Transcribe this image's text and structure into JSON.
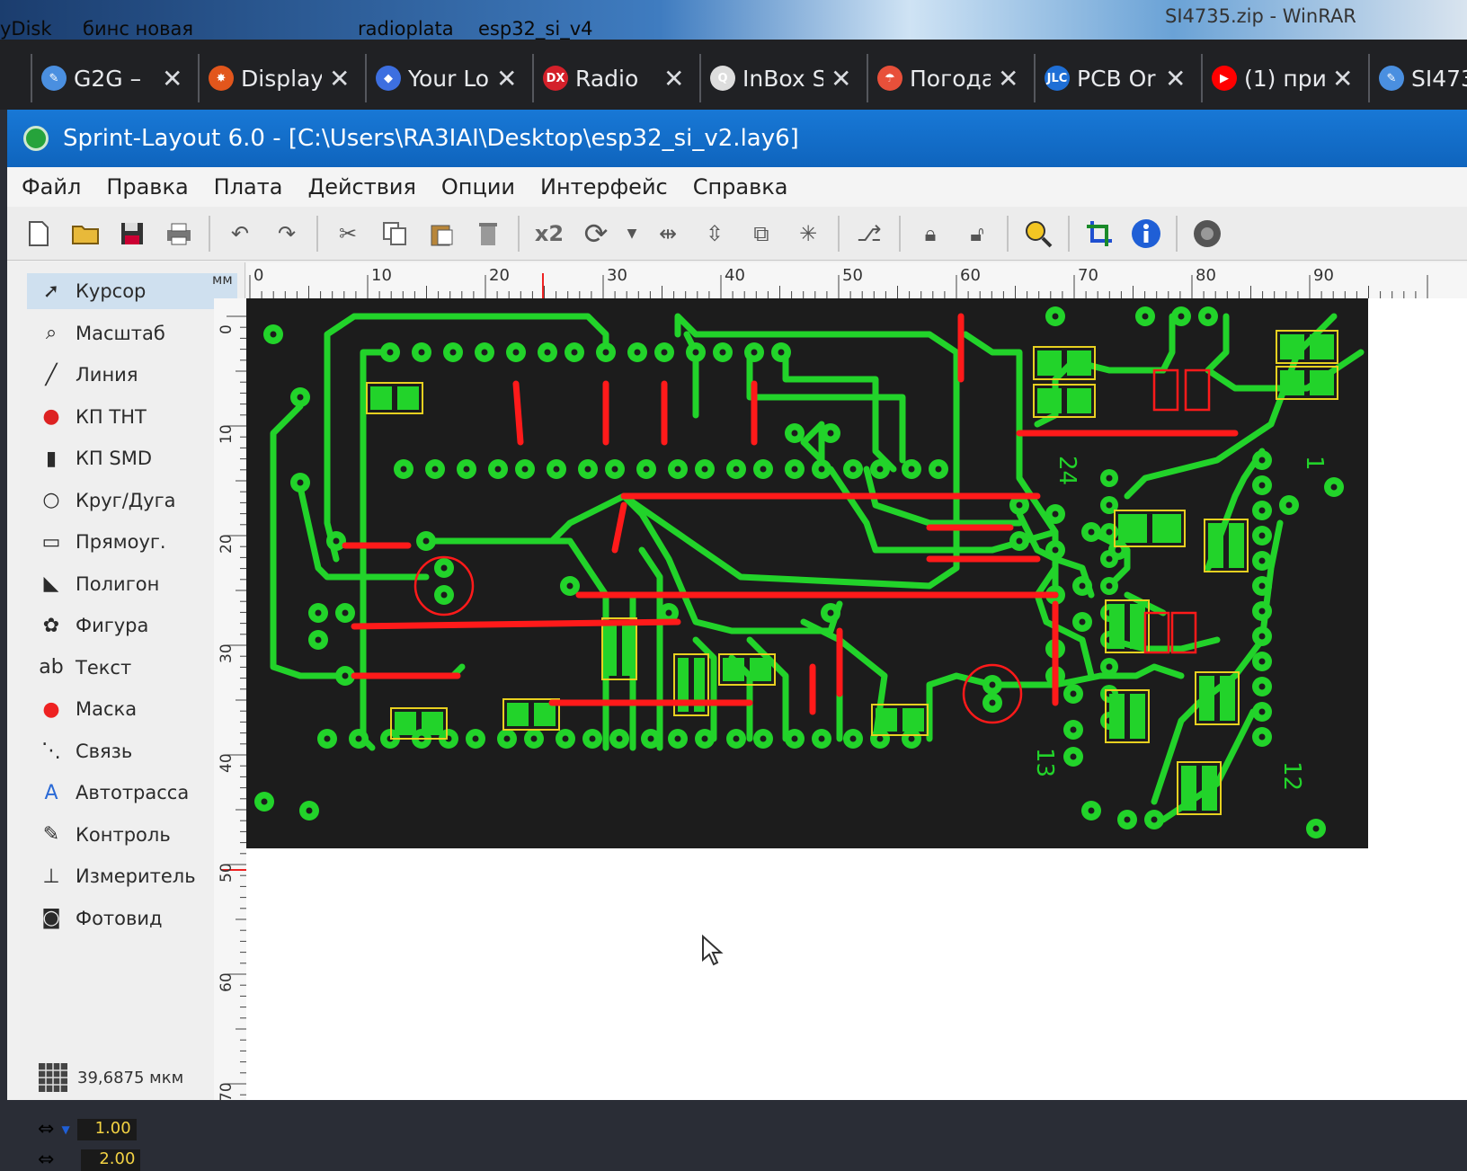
{
  "desktop": {
    "labels": [
      "yDisk",
      "бинс новая",
      "radioplata",
      "esp32_si_v4",
      "SI4735.zip - WinRAR"
    ]
  },
  "browser_tabs": [
    {
      "title": "G2G –",
      "icon": "feather-icon",
      "color": "#4a8fe0"
    },
    {
      "title": "Display",
      "icon": "star-badge-icon",
      "color": "#e2561c"
    },
    {
      "title": "Your Lo",
      "icon": "diamond-icon",
      "color": "#3d6fe0"
    },
    {
      "title": "Radio",
      "icon": "dx-fun-icon",
      "color": "#d4202a"
    },
    {
      "title": "InBox S",
      "icon": "qsl-icon",
      "color": "#dddddd"
    },
    {
      "title": "Погода",
      "icon": "weather-icon",
      "color": "#e8503a"
    },
    {
      "title": "PCB Or",
      "icon": "jlc-icon",
      "color": "#1f6fd6"
    },
    {
      "title": "(1) при",
      "icon": "youtube-icon",
      "color": "#ff0000"
    },
    {
      "title": "SI473",
      "icon": "feather-icon",
      "color": "#4a8fe0"
    }
  ],
  "window": {
    "title": "Sprint-Layout 6.0 - [C:\\Users\\RA3IAI\\Desktop\\esp32_si_v2.lay6]"
  },
  "menu": [
    "Файл",
    "Правка",
    "Плата",
    "Действия",
    "Опции",
    "Интерфейс",
    "Справка"
  ],
  "toolbar": {
    "mirror_label": "x2"
  },
  "tools": [
    {
      "label": "Курсор",
      "icon": "cursor-arrow-icon",
      "active": true
    },
    {
      "label": "Масштаб",
      "icon": "magnifier-icon"
    },
    {
      "label": "Линия",
      "icon": "line-icon"
    },
    {
      "label": "КП ТНТ",
      "icon": "tht-pad-icon",
      "dropdown": true
    },
    {
      "label": "КП SMD",
      "icon": "smd-pad-icon"
    },
    {
      "label": "Круг/Дуга",
      "icon": "circle-arc-icon"
    },
    {
      "label": "Прямоуг.",
      "icon": "rectangle-icon",
      "dropdown": true
    },
    {
      "label": "Полигон",
      "icon": "polygon-icon"
    },
    {
      "label": "Фигура",
      "icon": "shape-icon"
    },
    {
      "label": "Текст",
      "icon": "text-ab-icon"
    },
    {
      "label": "Маска",
      "icon": "mask-icon"
    },
    {
      "label": "Связь",
      "icon": "connection-icon"
    },
    {
      "label": "Автотрасса",
      "icon": "autoroute-icon"
    },
    {
      "label": "Контроль",
      "icon": "check-icon"
    },
    {
      "label": "Измеритель",
      "icon": "ruler-icon"
    },
    {
      "label": "Фотовид",
      "icon": "camera-icon"
    }
  ],
  "grid": {
    "value": "39,6875 мкм"
  },
  "track_width": {
    "value": "1.00"
  },
  "track_width2": {
    "value": "2.00"
  },
  "ruler": {
    "unit": "мм",
    "top_ticks": [
      "0",
      "10",
      "20",
      "30",
      "40",
      "50",
      "60",
      "70",
      "80",
      "90"
    ],
    "left_ticks": [
      "0",
      "10",
      "20",
      "30",
      "40",
      "50",
      "60",
      "70"
    ]
  },
  "board": {
    "pad_labels": [
      "24",
      "1",
      "13",
      "12"
    ],
    "colors": {
      "copper": "#22d32a",
      "jumper": "#ff1a1a",
      "silk": "#e8d020",
      "background": "#1c1c1c"
    }
  }
}
